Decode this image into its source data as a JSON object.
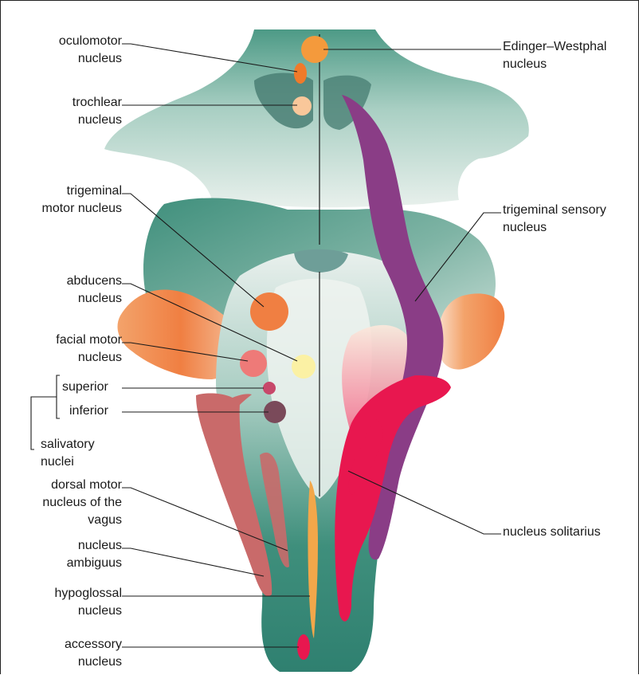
{
  "labels": {
    "oculomotor": "oculomotor\nnucleus",
    "trochlear": "trochlear\nnucleus",
    "trigeminal_motor": "trigeminal\nmotor nucleus",
    "abducens": "abducens\nnucleus",
    "facial_motor": "facial motor\nnucleus",
    "superior": "superior",
    "inferior": "inferior",
    "salivatory": "salivatory\nnuclei",
    "dorsal_motor_vagus": "dorsal motor\nnucleus of the\nvagus",
    "ambiguus": "nucleus\nambiguus",
    "hypoglossal": "hypoglossal\nnucleus",
    "accessory": "accessory\nnucleus",
    "edinger_westphal": "Edinger–Westphal\nnucleus",
    "trigeminal_sensory": "trigeminal sensory\nnucleus",
    "solitarius": "nucleus solitarius"
  },
  "colors": {
    "brainstem_teal": "#3d8d7a",
    "brainstem_light": "#dfe9e4",
    "pons_orange": "#f08a4b",
    "trigeminal_purple": "#8a3d86",
    "solitarius_red": "#e8174f",
    "ambiguus_pink": "#c96a6a",
    "hypoglossal_yellow": "#f2a74a",
    "nucleus_orange": "#f49a3c",
    "nucleus_peach": "#f9c79a",
    "abducens_yellow": "#fbf1a4",
    "facial_pink": "#ee7a78",
    "inferior_maroon": "#7a4a5a"
  }
}
